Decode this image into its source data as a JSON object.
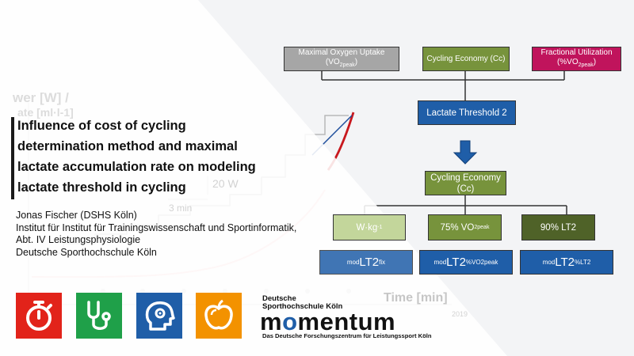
{
  "title": "Influence of cost of cycling determination method and maximal lactate accumulation rate on modeling lactate threshold in cycling",
  "authors": [
    "Jonas Fischer (DSHS Köln)",
    "Institut für Institut für Trainingswissenschaft und Sportinformatik,",
    "Abt. IV Leistungsphysiologie",
    "Deutsche Sporthochschule Köln"
  ],
  "background_chart": {
    "y_label_line1": "wer [W] /",
    "y_label_line2": "ate [ml·l-1]",
    "step_label": "20 W",
    "duration_label": "3 min",
    "x_label": "Time [min]",
    "year": "2019"
  },
  "diagram": {
    "top_boxes": [
      {
        "main": "Maximal Oxygen Uptake",
        "sub_pre": "(VO",
        "sub": "2peak",
        "sub_post": ")",
        "color": "#a6a6a6"
      },
      {
        "main": "Cycling Economy (Cc)",
        "sub_pre": "",
        "sub": "",
        "sub_post": "",
        "color": "#77933c"
      },
      {
        "main": "Fractional Utilization",
        "sub_pre": "(%VO",
        "sub": "2peak",
        "sub_post": ")",
        "color": "#c0145c"
      }
    ],
    "threshold_box": "Lactate Threshold 2",
    "economy_box": "Cycling Economy (Cc)",
    "method_boxes": [
      {
        "pre": "",
        "main": "W·kg",
        "sup": "-1",
        "color": "#c3d69b"
      },
      {
        "pre": "75% VO",
        "main": "",
        "sub": "2peak",
        "color": "#77933c"
      },
      {
        "pre": "90% LT2",
        "main": "",
        "sub": "",
        "color": "#4f6228"
      }
    ],
    "result_boxes": [
      {
        "prefix": "mod",
        "main": "LT2",
        "sub": "fix"
      },
      {
        "prefix": "mod",
        "main": "LT2",
        "sub": "%VO2peak"
      },
      {
        "prefix": "mod",
        "main": "LT2",
        "sub": "%LT2"
      }
    ]
  },
  "tiles": [
    {
      "icon": "stopwatch-icon",
      "color": "#e2231a"
    },
    {
      "icon": "stethoscope-icon",
      "color": "#1fa049"
    },
    {
      "icon": "head-gear-icon",
      "color": "#1f5ea8"
    },
    {
      "icon": "apple-icon",
      "color": "#f39200"
    }
  ],
  "logo": {
    "line1": "Deutsche",
    "line2": "Sporthochschule Köln",
    "word_pre": "m",
    "word_o": "o",
    "word_post": "mentum",
    "sub": "Das Deutsche Forschungszentrum für Leistungssport Köln"
  }
}
